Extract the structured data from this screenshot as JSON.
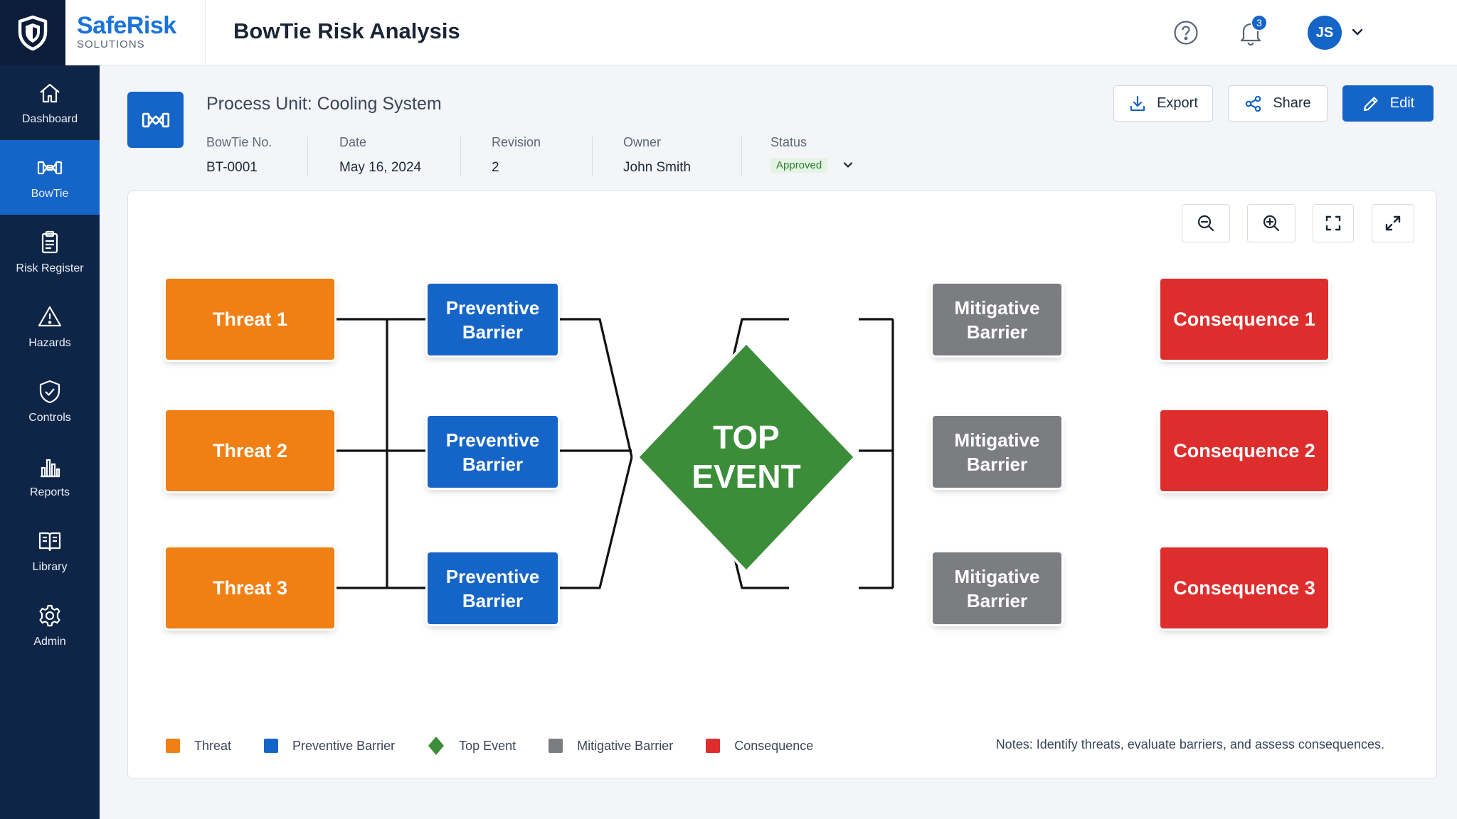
{
  "brand": {
    "name": "SafeRisk",
    "sub": "SOLUTIONS"
  },
  "app_title": "BowTie Risk Analysis",
  "header": {
    "notification_count": "3",
    "user_initials": "JS"
  },
  "sidebar": {
    "items": [
      {
        "label": "Dashboard",
        "icon": "home-icon"
      },
      {
        "label": "BowTie",
        "icon": "bowtie-icon"
      },
      {
        "label": "Risk Register",
        "icon": "clipboard-icon"
      },
      {
        "label": "Hazards",
        "icon": "warning-icon"
      },
      {
        "label": "Controls",
        "icon": "shield-check-icon"
      },
      {
        "label": "Reports",
        "icon": "bar-chart-icon"
      },
      {
        "label": "Library",
        "icon": "book-icon"
      },
      {
        "label": "Admin",
        "icon": "gear-icon"
      }
    ]
  },
  "process": {
    "title": "Process Unit: Cooling System",
    "meta": [
      {
        "label": "BowTie No.",
        "value": "BT-0001"
      },
      {
        "label": "Date",
        "value": "May 16, 2024"
      },
      {
        "label": "Revision",
        "value": "2"
      },
      {
        "label": "Owner",
        "value": "John Smith"
      }
    ],
    "status_label": "Status",
    "status_value": "Approved"
  },
  "actions": {
    "export": "Export",
    "share": "Share",
    "edit": "Edit"
  },
  "diagram": {
    "threats": [
      "Threat 1",
      "Threat 2",
      "Threat 3"
    ],
    "preventive": [
      "Preventive Barrier",
      "Preventive Barrier",
      "Preventive Barrier"
    ],
    "top_event": "TOP EVENT",
    "mitigative": [
      "Mitigative Barrier",
      "Mitigative Barrier",
      "Mitigative Barrier"
    ],
    "consequences": [
      "Consequence 1",
      "Consequence 2",
      "Consequence 3"
    ]
  },
  "legend": [
    {
      "label": "Threat",
      "color": "#f07f14",
      "shape": "square"
    },
    {
      "label": "Preventive Barrier",
      "color": "#1565c8",
      "shape": "square"
    },
    {
      "label": "Top Event",
      "color": "#3c8d3a",
      "shape": "diamond"
    },
    {
      "label": "Mitigative Barrier",
      "color": "#7b7d80",
      "shape": "square"
    },
    {
      "label": "Consequence",
      "color": "#de2d2d",
      "shape": "square"
    }
  ],
  "notes": "Notes: Identify threats, evaluate barriers, and assess consequences.",
  "colors": {
    "sidebar": "#0f2547",
    "accent": "#1565c8",
    "status_green": "#2e7d32"
  }
}
